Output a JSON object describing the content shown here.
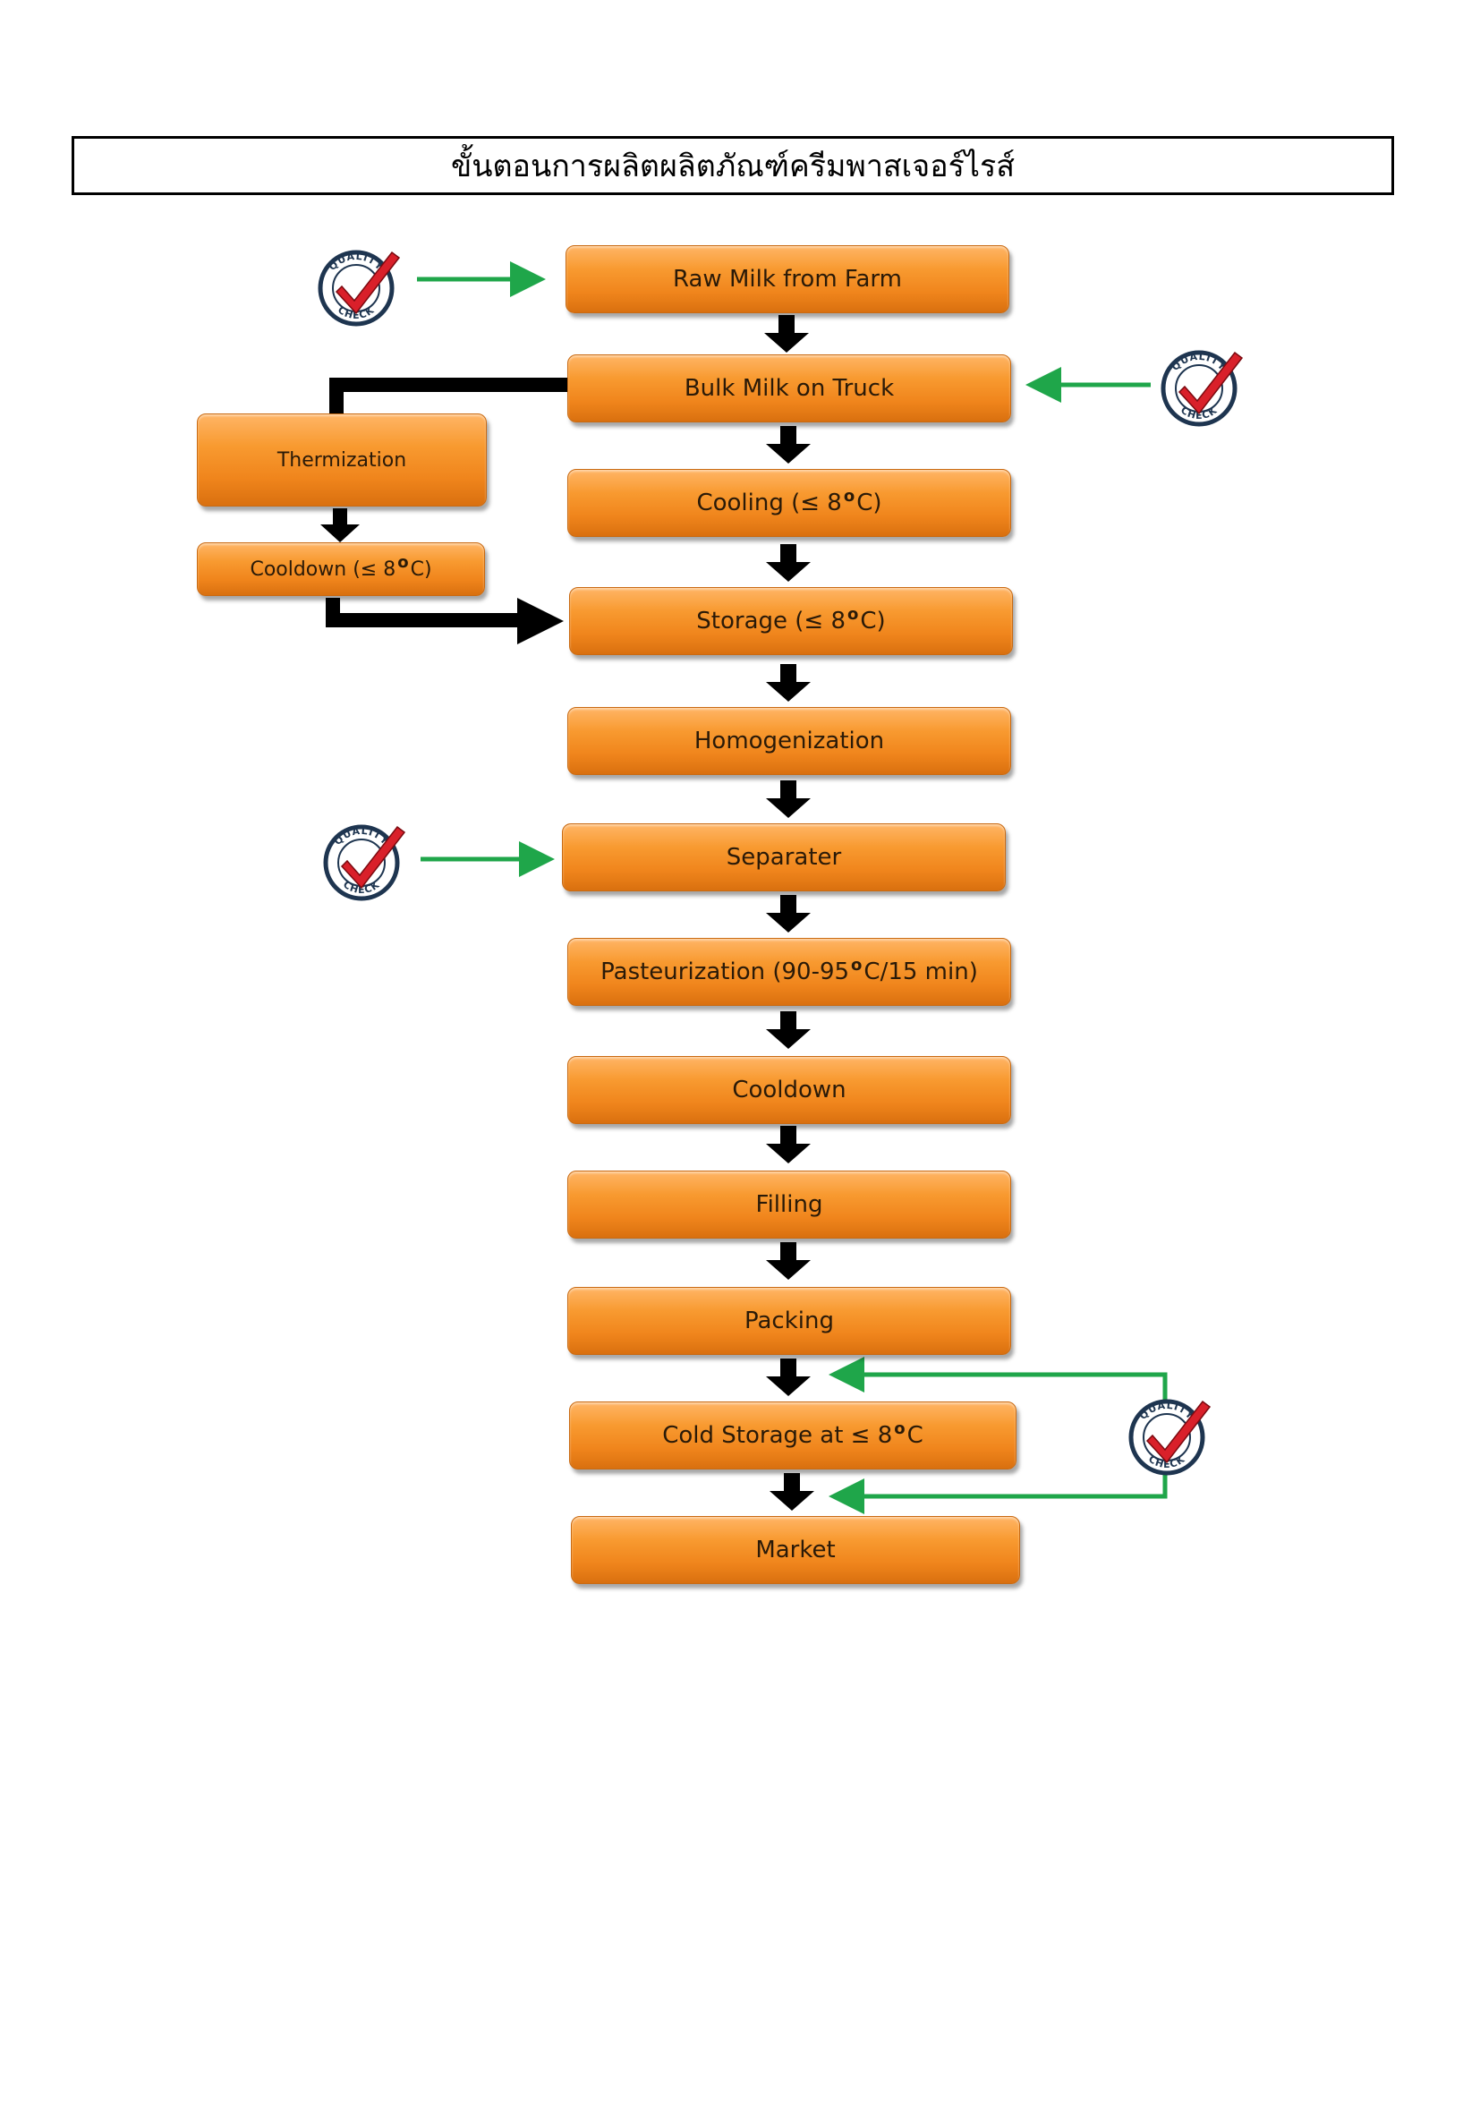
{
  "title": "ขั้นตอนการผลิตผลิตภัณฑ์ครีมพาสเจอร์ไรส์",
  "steps": {
    "raw_milk": "Raw Milk from Farm",
    "bulk_milk": "Bulk Milk on Truck",
    "cooling_pre": "Cooling (≤ 8",
    "cooling_unit": "o",
    "cooling_post": "C)",
    "storage_pre": "Storage (≤ 8",
    "storage_unit": "o",
    "storage_post": "C)",
    "homogenization": "Homogenization",
    "separater": "Separater",
    "pasteurization_pre": "Pasteurization (90-95",
    "pasteurization_unit": "o",
    "pasteurization_post": "C/15 min)",
    "cooldown": "Cooldown",
    "filling": "Filling",
    "packing": "Packing",
    "cold_storage_pre": "Cold Storage  at ≤ 8",
    "cold_storage_unit": "o",
    "cold_storage_post": "C",
    "market": "Market",
    "thermization": "Thermization",
    "side_cooldown_pre": "Cooldown (≤ 8",
    "side_cooldown_unit": "o",
    "side_cooldown_post": "C)"
  },
  "quality_check": {
    "top_text": "QUALITY",
    "bottom_text": "CHECK"
  },
  "colors": {
    "box_orange": "#f0851c",
    "arrow_black": "#000000",
    "arrow_green": "#1fa64a",
    "check_red": "#d9202a",
    "badge_navy": "#1e3550"
  }
}
